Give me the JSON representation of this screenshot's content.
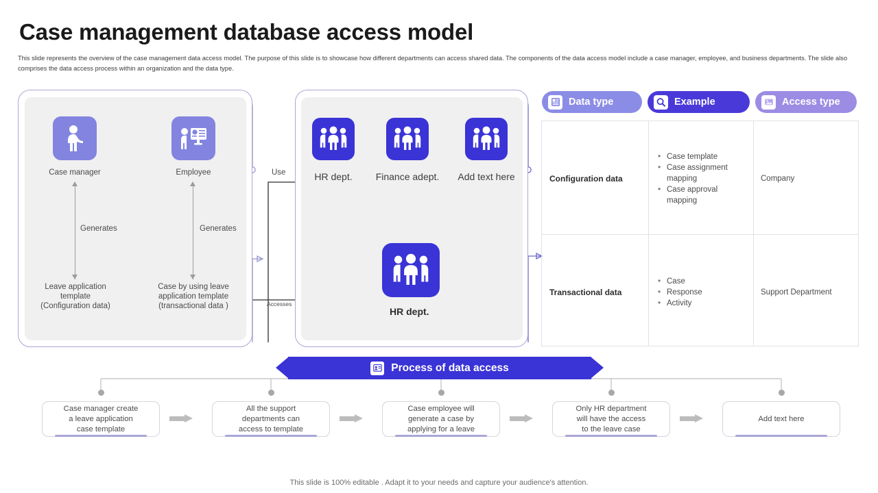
{
  "header": {
    "title": "Case management database access model",
    "subtitle": "This slide represents the overview of the case management data access model. The purpose of this slide is to showcase how different departments can access shared data. The components of the data access model include a case manager, employee, and business departments. The slide also comprises the data access process within an organization and the data type."
  },
  "left_panel": {
    "nodes": [
      {
        "icon": "person-icon",
        "label": "Case manager"
      },
      {
        "icon": "presentation-person-icon",
        "label": "Employee"
      }
    ],
    "edges": [
      {
        "label": "Generates"
      },
      {
        "label": "Generates"
      }
    ],
    "outputs": [
      {
        "line1": "Leave application",
        "line2": "template",
        "line3": "(Configuration  data)"
      },
      {
        "line1": "Case by using leave",
        "line2": "application template",
        "line3": "(transactional data )"
      }
    ]
  },
  "mid_panel": {
    "departments": [
      {
        "icon": "group-people-icon",
        "label": "HR dept."
      },
      {
        "icon": "group-people-icon",
        "label": "Finance adept."
      },
      {
        "icon": "group-people-icon",
        "label": "Add text here"
      }
    ],
    "highlight": {
      "icon": "group-people-icon",
      "label": "HR dept."
    }
  },
  "connectors": {
    "use": "Use",
    "accesses": "Accesses"
  },
  "table": {
    "headers": [
      {
        "label": "Data type",
        "icon": "data-type-icon",
        "color": "#8b8ce6"
      },
      {
        "label": "Example",
        "icon": "search-icon",
        "color": "#4a39d9"
      },
      {
        "label": "Access type",
        "icon": "access-type-icon",
        "color": "#9c8ce4"
      }
    ],
    "rows": [
      {
        "data_type": "Configuration data",
        "examples": [
          "Case template",
          "Case assignment mapping",
          "Case approval mapping"
        ],
        "access_type": "Company"
      },
      {
        "data_type": "Transactional data",
        "examples": [
          "Case",
          "Response",
          "Activity"
        ],
        "access_type": "Support Department"
      }
    ]
  },
  "process": {
    "banner_label": "Process of data access",
    "banner_icon": "id-card-icon",
    "steps": [
      {
        "lines": [
          "Case manager create",
          "a leave application",
          "case template"
        ]
      },
      {
        "lines": [
          "All the support",
          "departments can",
          "access to template"
        ]
      },
      {
        "lines": [
          "Case employee will",
          "generate a case by",
          "applying for a leave"
        ]
      },
      {
        "lines": [
          "Only HR department",
          "will have the access",
          "to the leave case"
        ]
      },
      {
        "lines": [
          "Add text here"
        ]
      }
    ]
  },
  "footer": {
    "note": "This slide is 100% editable . Adapt it to your needs and capture your audience's attention."
  }
}
